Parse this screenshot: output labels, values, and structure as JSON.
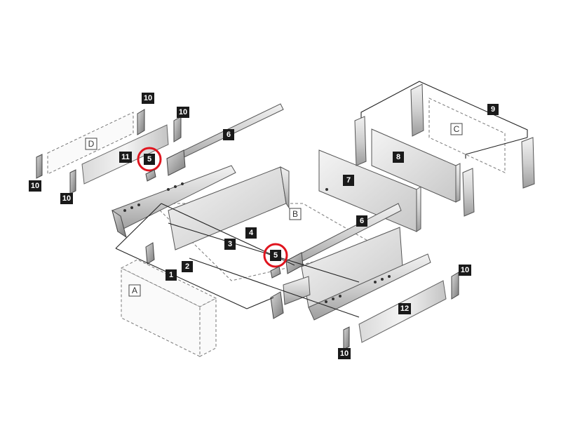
{
  "callouts": {
    "n1": "1",
    "n2": "2",
    "n3": "3",
    "n4": "4",
    "n5a": "5",
    "n5b": "5",
    "n6a": "6",
    "n6b": "6",
    "n7": "7",
    "n8": "8",
    "n9": "9",
    "n10a": "10",
    "n10b": "10",
    "n10c": "10",
    "n10d": "10",
    "n10e": "10",
    "n10f": "10",
    "n11": "11",
    "n12": "12"
  },
  "zones": {
    "A": "A",
    "B": "B",
    "C": "C",
    "D": "D"
  },
  "colors": {
    "callout_bg": "#1a1a1a",
    "callout_text": "#ffffff",
    "highlight": "#e0141e",
    "metal": "#c9c9c9"
  },
  "highlighted_callout": "5"
}
